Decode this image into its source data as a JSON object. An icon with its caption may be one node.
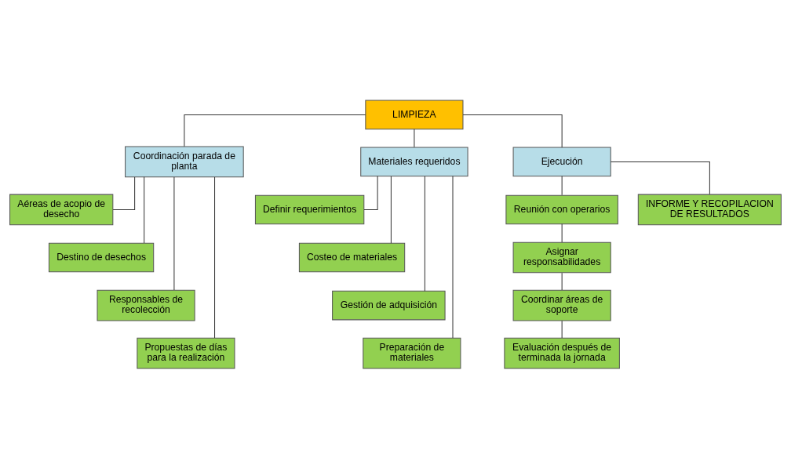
{
  "diagram": {
    "nodes": [
      {
        "text": [
          "LIMPIEZA"
        ]
      },
      {
        "text": [
          "Coordinación parada de planta"
        ]
      },
      {
        "text": [
          "Materiales requeridos"
        ]
      },
      {
        "text": [
          "Ejecución"
        ]
      },
      {
        "text": [
          "Aéreas de acopio de desecho"
        ]
      },
      {
        "text": [
          "Destino de desechos"
        ]
      },
      {
        "text": [
          "Responsables de recolección"
        ]
      },
      {
        "text": [
          "Propuestas de días para la realización"
        ]
      },
      {
        "text": [
          "Definir requerimientos"
        ]
      },
      {
        "text": [
          "Costeo de materiales"
        ]
      },
      {
        "text": [
          "Gestión de adquisición"
        ]
      },
      {
        "text": [
          "Preparación de materiales"
        ]
      },
      {
        "text": [
          "Reunión con operarios"
        ]
      },
      {
        "text": [
          "INFORME Y RECOPILACION DE RESULTADOS"
        ]
      },
      {
        "text": [
          "Asignar responsabilidades"
        ]
      },
      {
        "text": [
          "Coordinar áreas de soporte"
        ]
      },
      {
        "text": [
          "Evaluación después de terminada la jornada"
        ]
      }
    ],
    "edges": [
      {
        "from": 0,
        "to": 1,
        "arrow": "none"
      },
      {
        "from": 0,
        "to": 2,
        "arrow": "none"
      },
      {
        "from": 0,
        "to": 3,
        "arrow": "none"
      },
      {
        "from": 1,
        "to": 4,
        "arrow": "none"
      },
      {
        "from": 1,
        "to": 5,
        "arrow": "none"
      },
      {
        "from": 1,
        "to": 6,
        "arrow": "none"
      },
      {
        "from": 1,
        "to": 7,
        "arrow": "none"
      },
      {
        "from": 2,
        "to": 8,
        "arrow": "none"
      },
      {
        "from": 2,
        "to": 9,
        "arrow": "none"
      },
      {
        "from": 2,
        "to": 10,
        "arrow": "none"
      },
      {
        "from": 2,
        "to": 11,
        "arrow": "none"
      },
      {
        "from": 3,
        "to": 12,
        "arrow": "none"
      },
      {
        "from": 3,
        "to": 13,
        "arrow": "none"
      },
      {
        "from": 12,
        "to": 14,
        "arrow": "none"
      },
      {
        "from": 14,
        "to": 15,
        "arrow": "none"
      },
      {
        "from": 15,
        "to": 16,
        "arrow": "none"
      }
    ]
  }
}
